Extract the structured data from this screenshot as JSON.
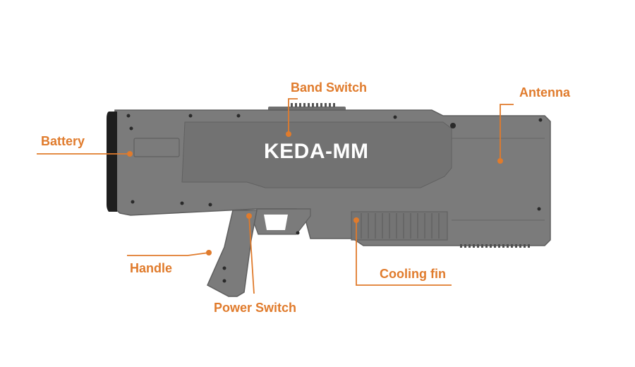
{
  "device": {
    "brand_text": "KEDA-MM",
    "body_color": "#7b7b7b",
    "accent_color": "#e07b2c"
  },
  "callouts": {
    "band_switch": "Band Switch",
    "antenna": "Antenna",
    "battery": "Battery",
    "handle": "Handle",
    "power_switch": "Power Switch",
    "cooling_fin": "Cooling fin"
  }
}
